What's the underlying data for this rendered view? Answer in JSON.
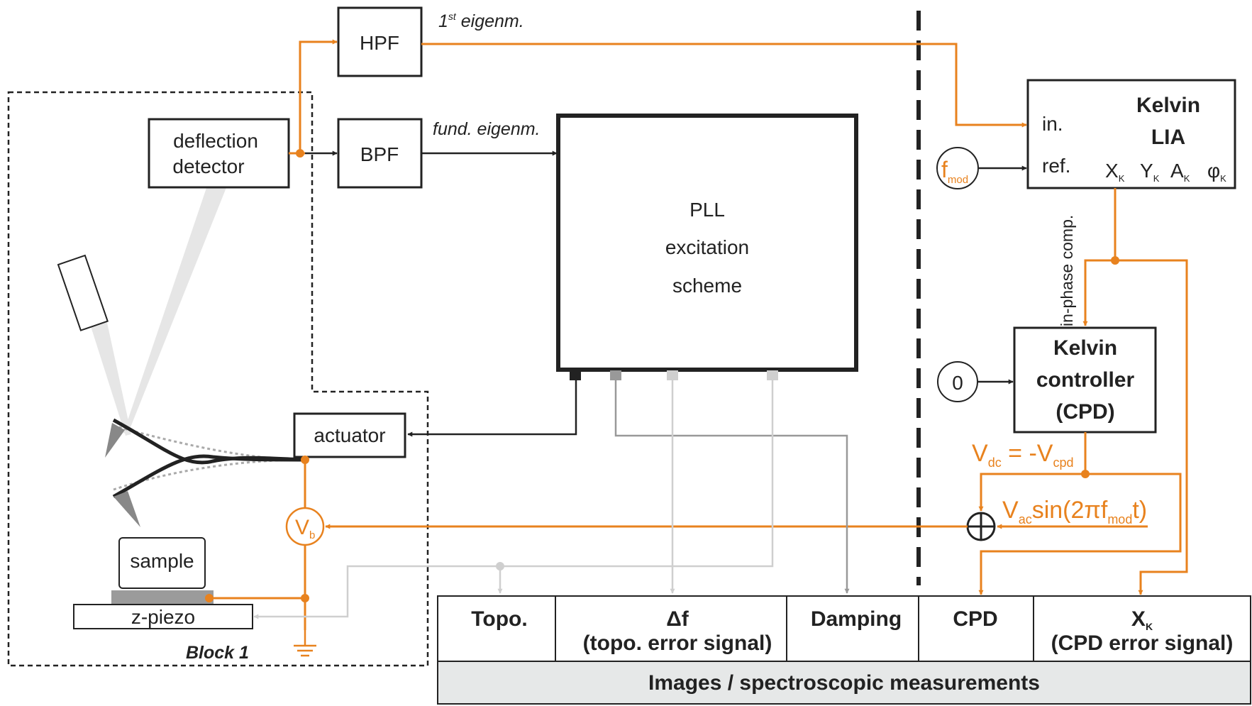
{
  "labels": {
    "hpf": "HPF",
    "bpf": "BPF",
    "first_eigenm": "1",
    "first_eigenm_sup": "st",
    "first_eigenm_rest": " eigenm.",
    "fund_eigenm": "fund. eigenm.",
    "deflection_detector_1": "deflection",
    "deflection_detector_2": "detector",
    "pll_1": "PLL",
    "pll_2": "excitation",
    "pll_3": "scheme",
    "actuator": "actuator",
    "sample": "sample",
    "zpiezo": "z-piezo",
    "block1": "Block 1",
    "vb_main": "V",
    "vb_sub": "b",
    "kelvin_lia_1": "Kelvin",
    "kelvin_lia_2": "LIA",
    "lia_in": "in.",
    "lia_ref": "ref.",
    "fmod_main": "f",
    "fmod_sub": "mod",
    "xk": "X",
    "yk": "Y",
    "ak": "A",
    "phik": "φ",
    "k_sub": "K",
    "in_phase": "in-phase comp.",
    "zero": "0",
    "kelvin_ctrl_1": "Kelvin",
    "kelvin_ctrl_2": "controller",
    "kelvin_ctrl_3": "(CPD)",
    "vdc_v1": "V",
    "vdc_s1": "dc",
    "vdc_mid": " = -V",
    "vdc_s2": "cpd",
    "vac_v": "V",
    "vac_s1": "ac",
    "vac_mid": "sin(2πf",
    "vac_s2": "mod",
    "vac_end": "t)",
    "sum_symbol": "+"
  },
  "table": {
    "headers": [
      {
        "line1": "Topo.",
        "line2": ""
      },
      {
        "line1": "Δf",
        "line2": "(topo. error signal)"
      },
      {
        "line1": "Damping",
        "line2": ""
      },
      {
        "line1": "CPD",
        "line2": ""
      },
      {
        "line1": "X",
        "line1_sub": "K",
        "line2": "(CPD error signal)"
      }
    ],
    "footer": "Images / spectroscopic measurements"
  },
  "colors": {
    "orange": "#e8821e",
    "black": "#222222",
    "gray": "#999999",
    "light_gray": "#cfcfcf",
    "footer_bg": "#e6e8e8"
  }
}
